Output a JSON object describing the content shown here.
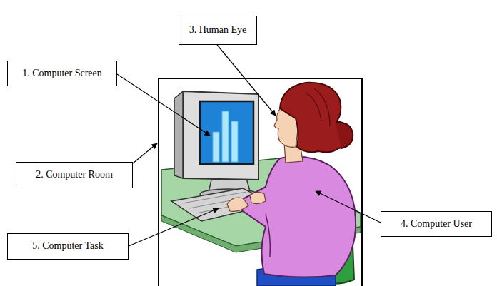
{
  "diagram": {
    "nodes": [
      {
        "text": [
          "3. Human Eye"
        ]
      },
      {
        "text": [
          "1. Computer Screen"
        ]
      },
      {
        "text": [
          "2. Computer Room"
        ]
      },
      {
        "text": [
          "4. Computer User"
        ]
      },
      {
        "text": [
          "5. Computer Task"
        ]
      }
    ]
  }
}
